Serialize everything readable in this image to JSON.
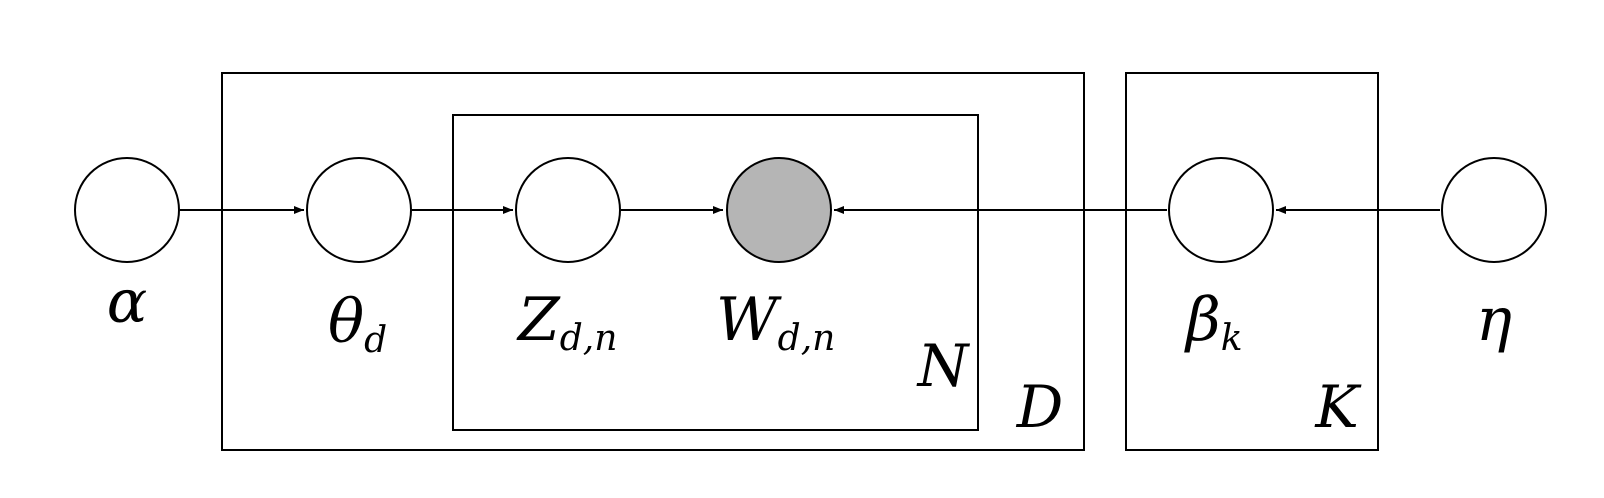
{
  "colors": {
    "stroke": "#000000",
    "observed_fill": "#b5b5b5",
    "latent_fill": "#ffffff",
    "background": "#ffffff"
  },
  "plates": {
    "D": "D",
    "N": "N",
    "K": "K"
  },
  "nodes": {
    "alpha": {
      "symbol": "α",
      "subscript": "",
      "observed": false
    },
    "theta": {
      "symbol": "θ",
      "subscript": "d",
      "observed": false
    },
    "z": {
      "symbol": "Z",
      "subscript": "d,n",
      "observed": false
    },
    "w": {
      "symbol": "W",
      "subscript": "d,n",
      "observed": true
    },
    "beta": {
      "symbol": "β",
      "subscript": "k",
      "observed": false
    },
    "eta": {
      "symbol": "η",
      "subscript": "",
      "observed": false
    }
  },
  "edges": [
    {
      "from": "alpha",
      "to": "theta"
    },
    {
      "from": "theta",
      "to": "z"
    },
    {
      "from": "z",
      "to": "w"
    },
    {
      "from": "beta",
      "to": "w"
    },
    {
      "from": "eta",
      "to": "beta"
    }
  ]
}
